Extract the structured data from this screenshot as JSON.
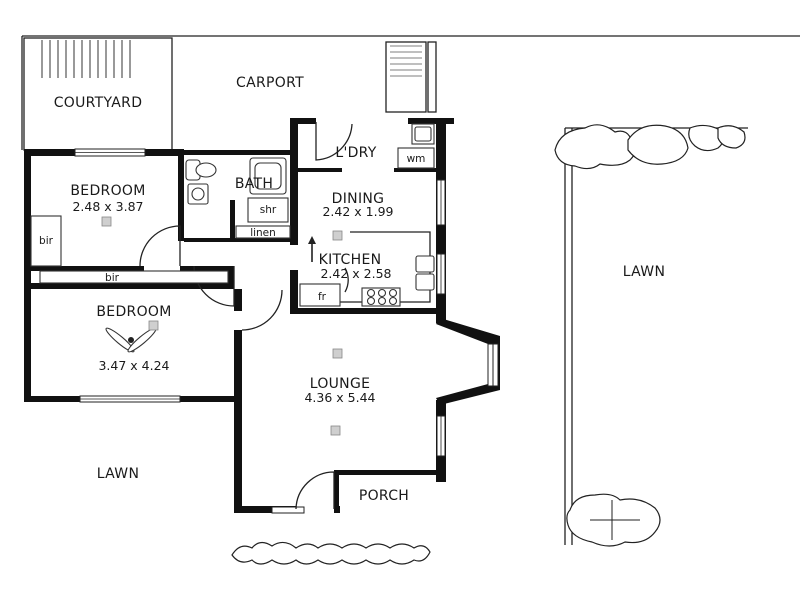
{
  "rooms": {
    "courtyard": {
      "name": "COURTYARD"
    },
    "carport": {
      "name": "CARPORT"
    },
    "laundry": {
      "name": "L'DRY",
      "appliance": "wm"
    },
    "bedroom1": {
      "name": "BEDROOM",
      "dims": "2.48 x 3.87",
      "robe": "bir"
    },
    "bath": {
      "name": "BATH",
      "shower": "shr",
      "linen": "linen"
    },
    "dining": {
      "name": "DINING",
      "dims": "2.42 x 1.99"
    },
    "kitchen": {
      "name": "KITCHEN",
      "dims": "2.42 x 2.58",
      "fridge": "fr"
    },
    "bedroom2": {
      "name": "BEDROOM",
      "dims": "3.47 x 4.24",
      "robe": "bir"
    },
    "lounge": {
      "name": "LOUNGE",
      "dims": "4.36 x 5.44"
    },
    "porch": {
      "name": "PORCH"
    }
  },
  "outdoor": {
    "lawn_left": "LAWN",
    "lawn_right": "LAWN"
  },
  "colors": {
    "wall": "#111111",
    "line": "#222222",
    "light_fixture": "#cfcfcf",
    "background": "#ffffff"
  }
}
